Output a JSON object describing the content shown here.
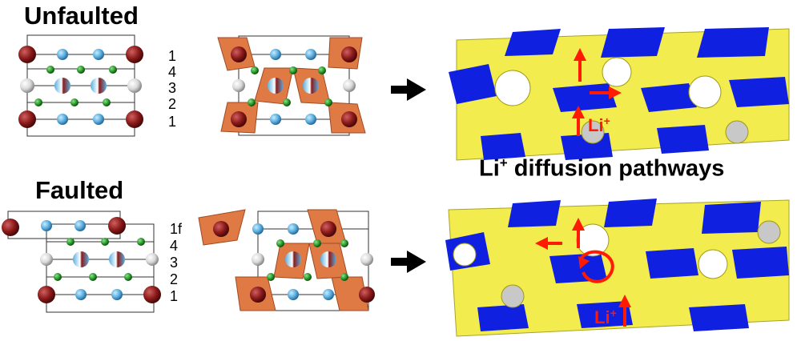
{
  "titles": {
    "unfaulted": "Unfaulted",
    "faulted": "Faulted",
    "pathways_main": "Li",
    "pathways_sup": "+",
    "pathways_rest": " diffusion pathways"
  },
  "unfaulted_layers": [
    "1",
    "4",
    "3",
    "2",
    "1"
  ],
  "faulted_layers": [
    "1f",
    "4",
    "3",
    "2",
    "1"
  ],
  "li_label": {
    "main": "Li",
    "sup": "+"
  },
  "colors": {
    "dark_red_atom": "#8b1a1a",
    "blue_atom": "#5aaede",
    "green_atom": "#2a9a2a",
    "octahedra": "#e07a45",
    "isosurface_yellow": "#f2ea3c",
    "isosurface_blue": "#1020e0",
    "arrow_red": "#ff1a00"
  },
  "icons": {
    "arrow": "right-arrow-icon"
  }
}
